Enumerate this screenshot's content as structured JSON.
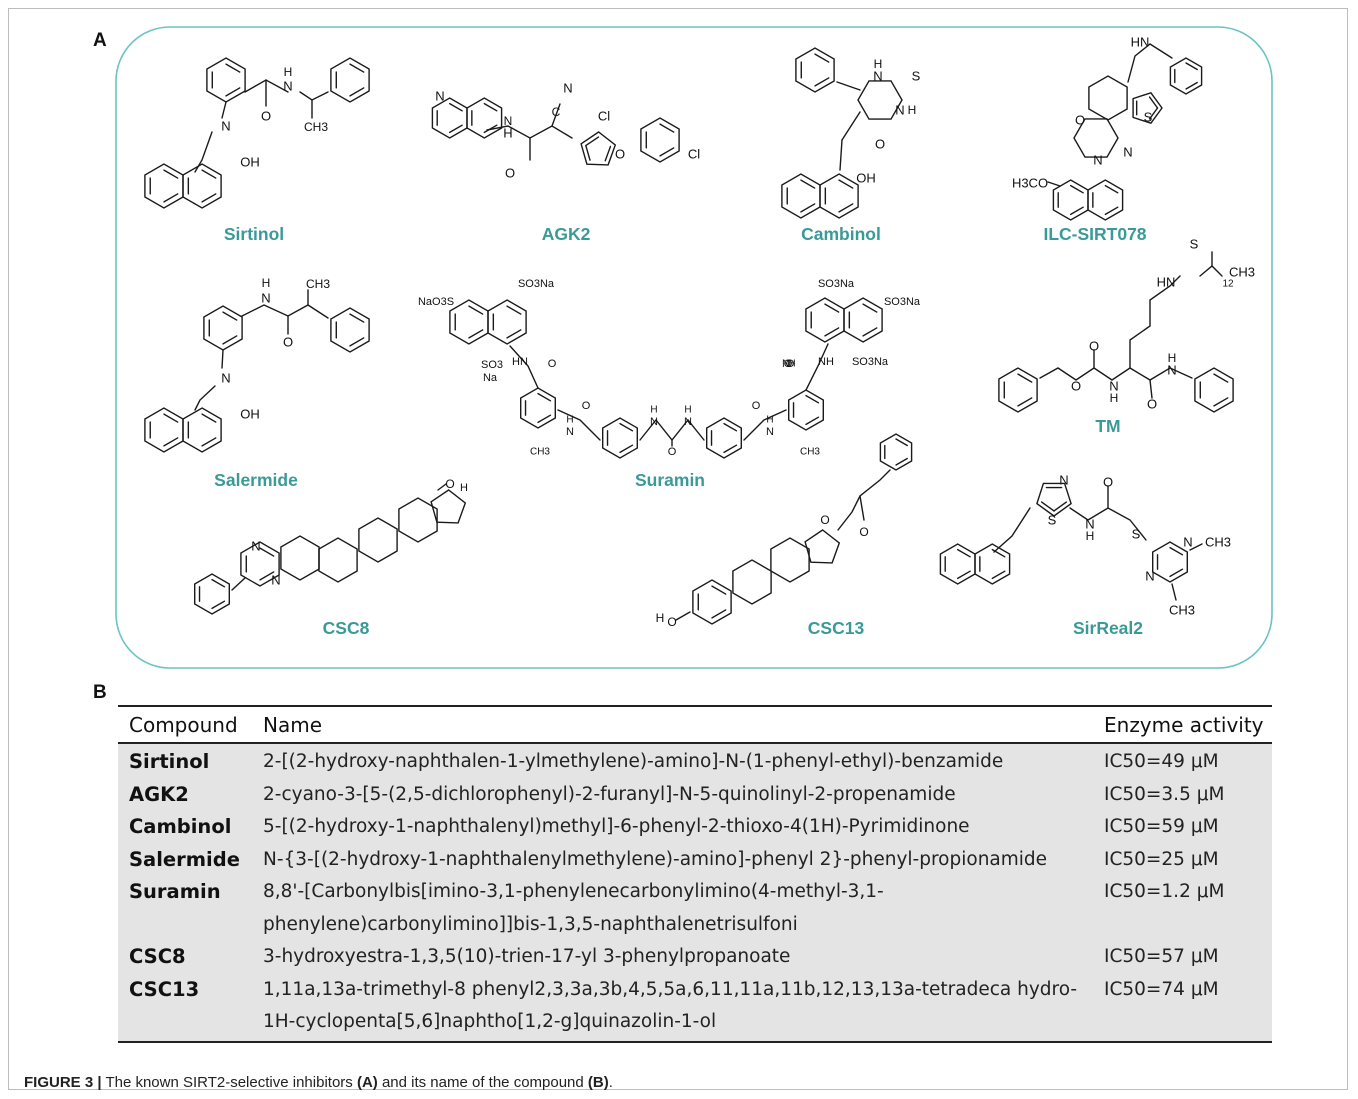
{
  "panels": {
    "a": "A",
    "b": "B"
  },
  "structures": [
    {
      "id": "sirtinol",
      "label": "Sirtinol"
    },
    {
      "id": "agk2",
      "label": "AGK2"
    },
    {
      "id": "cambinol",
      "label": "Cambinol"
    },
    {
      "id": "ilc",
      "label": "ILC-SIRT078"
    },
    {
      "id": "salermide",
      "label": "Salermide"
    },
    {
      "id": "suramin",
      "label": "Suramin"
    },
    {
      "id": "tm",
      "label": "TM"
    },
    {
      "id": "csc8",
      "label": "CSC8"
    },
    {
      "id": "csc13",
      "label": "CSC13"
    },
    {
      "id": "sirreal2",
      "label": "SirReal2"
    }
  ],
  "atoms": {
    "sirtinol": [
      "N",
      "H",
      "N",
      "O",
      "CH3",
      "OH"
    ],
    "agk2": [
      "N",
      "H",
      "N",
      "O",
      "C",
      "N",
      "Cl",
      "O",
      "Cl"
    ],
    "cambinol": [
      "H",
      "N",
      "S",
      "N",
      "H",
      "O",
      "OH"
    ],
    "ilc": [
      "HN",
      "O",
      "N",
      "N",
      "S",
      "H3CO"
    ],
    "salermide": [
      "H",
      "N",
      "CH3",
      "O",
      "N",
      "OH"
    ],
    "suramin": [
      "SO3Na",
      "NaO3S",
      "SO3",
      "Na",
      "HN",
      "O",
      "N",
      "H",
      "CH3",
      "O",
      "N",
      "H",
      "N",
      "H",
      "O",
      "N",
      "H",
      "O",
      "N",
      "H",
      "O",
      "CH3",
      "SO3Na",
      "SO3Na",
      "NH",
      "SO3Na",
      "O"
    ],
    "tm": [
      "S",
      "HN",
      "CH3",
      "12",
      "O",
      "O",
      "N",
      "H",
      "O",
      "H",
      "N"
    ],
    "csc8": [
      "N",
      "N",
      "O",
      "H"
    ],
    "csc13": [
      "O",
      "O",
      "H",
      "O"
    ],
    "sirreal2": [
      "N",
      "S",
      "N",
      "H",
      "O",
      "S",
      "N",
      "N",
      "CH3",
      "CH3"
    ]
  },
  "table": {
    "headers": [
      "Compound",
      "Name",
      "Enzyme activity"
    ],
    "rows": [
      {
        "compound": "Sirtinol",
        "name": "2-[(2-hydroxy-naphthalen-1-ylmethylene)-amino]-N-(1-phenyl-ethyl)-benzamide",
        "activity": "IC50=49 μM"
      },
      {
        "compound": "AGK2",
        "name": "2-cyano-3-[5-(2,5-dichlorophenyl)-2-furanyl]-N-5-quinolinyl-2-propenamide",
        "activity": "IC50=3.5 μM"
      },
      {
        "compound": "Cambinol",
        "name": "5-[(2-hydroxy-1-naphthalenyl)methyl]-6-phenyl-2-thioxo-4(1H)-Pyrimidinone",
        "activity": "IC50=59 μM"
      },
      {
        "compound": "Salermide",
        "name": "N-{3-[(2-hydroxy-1-naphthalenylmethylene)-amino]-phenyl 2}-phenyl-propionamide",
        "activity": "IC50=25 μM"
      },
      {
        "compound": "Suramin",
        "name": "8,8'-[Carbonylbis[imino-3,1-phenylenecarbonylimino(4-methyl-3,1-phenylene)carbonylimino]]bis-1,3,5-naphthalenetrisulfoni",
        "activity": "IC50=1.2 μM"
      },
      {
        "compound": "CSC8",
        "name": "3-hydroxyestra-1,3,5(10)-trien-17-yl 3-phenylpropanoate",
        "activity": "IC50=57 μM"
      },
      {
        "compound": "CSC13",
        "name": "1,11a,13a-trimethyl-8 phenyl2,3,3a,3b,4,5,5a,6,11,11a,11b,12,13,13a-tetradeca hydro-1H-cyclopenta[5,6]naphtho[1,2-g]quinazolin-1-ol",
        "activity": "IC50=74 μM"
      }
    ]
  },
  "caption": {
    "label": "FIGURE 3 |",
    "text1": " The known SIRT2-selective inhibitors ",
    "ref_a": "(A)",
    "text2": " and its name of the compound ",
    "ref_b": "(B)",
    "text3": "."
  },
  "colors": {
    "panel_border": "#6cc3c3",
    "label_teal": "#3a9a98",
    "table_band": "#e4e4e4",
    "bond": "#1a1a1a"
  }
}
